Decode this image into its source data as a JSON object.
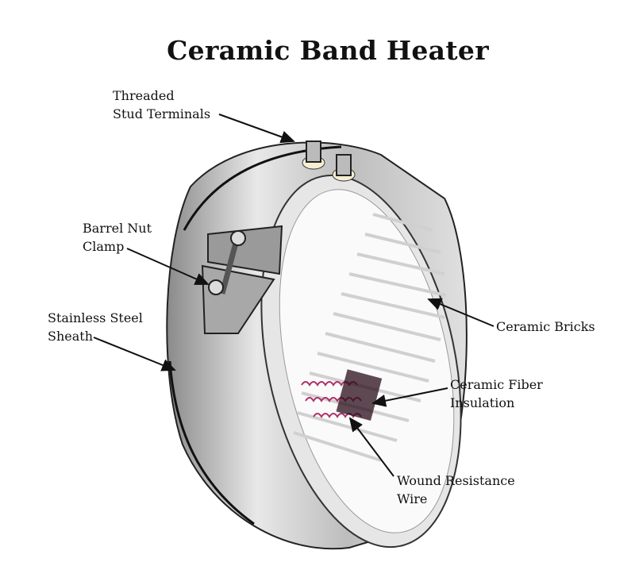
{
  "title": "Ceramic Band Heater",
  "labels": {
    "threaded_line1": "Threaded",
    "threaded_line2": "Stud Terminals",
    "barrel_line1": "Barrel Nut",
    "barrel_line2": "Clamp",
    "sheath_line1": "Stainless Steel",
    "sheath_line2": "Sheath",
    "bricks": "Ceramic Bricks",
    "fiber_line1": "Ceramic Fiber",
    "fiber_line2": "Insulation",
    "wire_line1": "Wound Resistance",
    "wire_line2": "Wire"
  },
  "colors": {
    "sheath": "#c9c9c9",
    "coil": "#b0306a",
    "ceramic": "#f2f2f2"
  }
}
